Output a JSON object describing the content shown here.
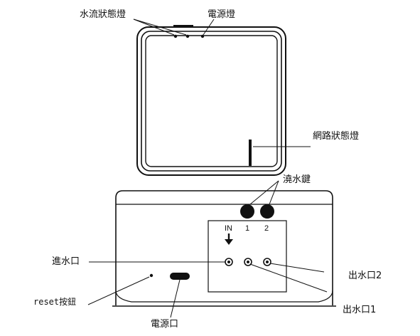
{
  "labels": {
    "flow_led": "水流狀態燈",
    "power_led": "電源燈",
    "network_led": "網路狀態燈",
    "water_key": "澆水鍵",
    "inlet": "進水口",
    "reset": "reset按鈕",
    "power_port": "電源口",
    "outlet_2": "出水口2",
    "outlet_1": "出水口1"
  },
  "port_marks": {
    "in": "IN",
    "one": "1",
    "two": "2"
  },
  "colors": {
    "line": "#111111",
    "background": "#ffffff"
  }
}
